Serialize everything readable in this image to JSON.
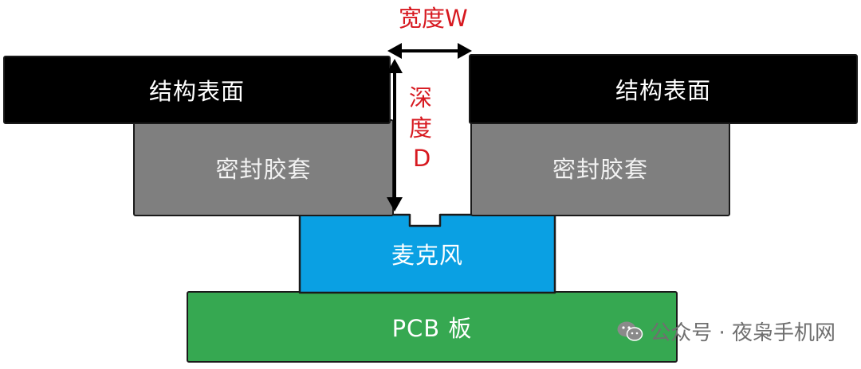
{
  "diagram": {
    "structure_surface_left": "结构表面",
    "structure_surface_right": "结构表面",
    "seal_left": "密封胶套",
    "seal_right": "密封胶套",
    "microphone": "麦克风",
    "pcb": "PCB 板",
    "width_label": "宽度W",
    "depth_label_line1": "深",
    "depth_label_line2": "度",
    "depth_label_line3": "D"
  },
  "watermark": {
    "text": "公众号 · 夜枭手机网",
    "icon": "wechat-icon"
  },
  "colors": {
    "surface": "#000000",
    "seal": "#7f7f7f",
    "microphone": "#0aa0e3",
    "pcb": "#36a851",
    "dimension": "#d71920"
  }
}
